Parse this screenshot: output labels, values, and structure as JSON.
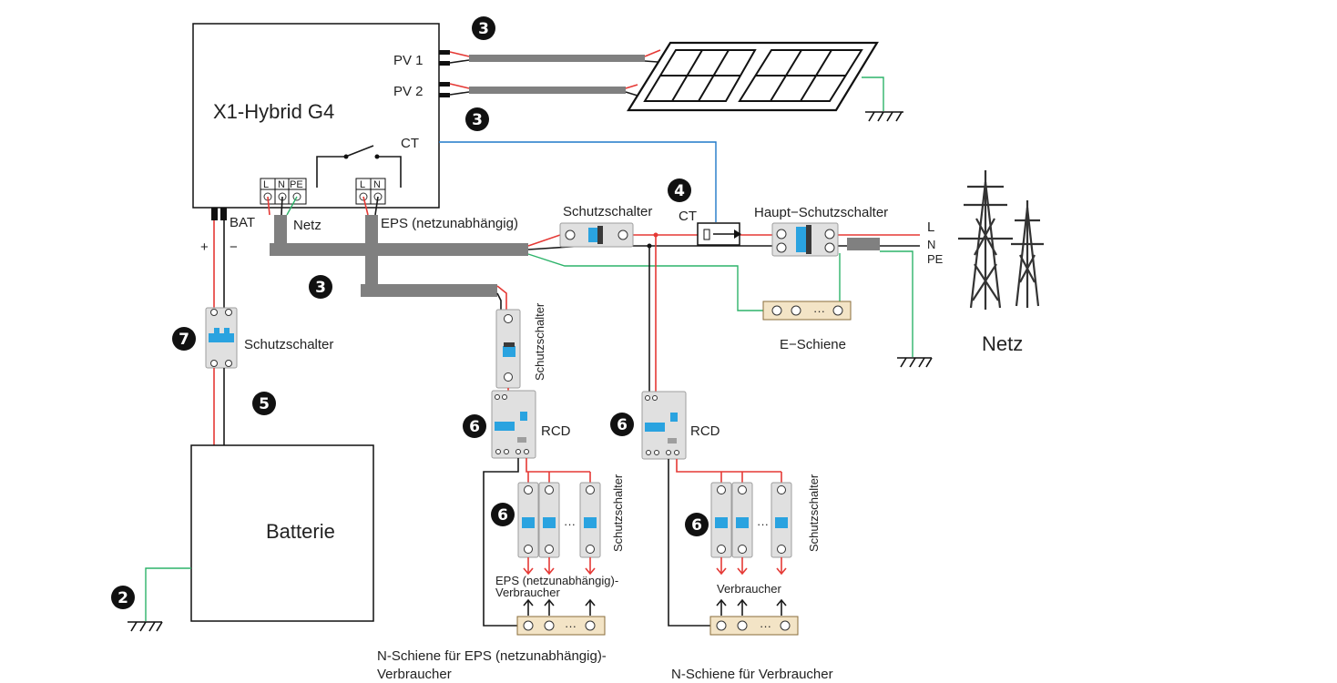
{
  "inverter": {
    "name": "X1-Hybrid G4",
    "pv1": "PV 1",
    "pv2": "PV 2",
    "ct": "CT",
    "bat": "BAT",
    "plus": "+",
    "minus": "−",
    "grid_port": "Netz",
    "eps_port": "EPS (netzunabhängig)",
    "term_L": "L",
    "term_N": "N",
    "term_PE": "PE"
  },
  "labels": {
    "breaker": "Schutzschalter",
    "main_breaker": "Haupt−Schutzschalter",
    "ct": "CT",
    "e_bus": "E−Schiene",
    "grid": "Netz",
    "battery": "Batterie",
    "rcd": "RCD",
    "eps_loads": "EPS (netzunabhängig)-\nVerbraucher",
    "eps_loads_line1": "EPS (netzunabhängig)-",
    "eps_loads_line2": "Verbraucher",
    "loads": "Verbraucher",
    "n_bus_eps_line1": "N-Schiene für EPS (netzunabhängig)-",
    "n_bus_eps_line2": "Verbraucher",
    "n_bus_loads": "N-Schiene für Verbraucher",
    "grid_L": "L",
    "grid_N": "N",
    "grid_PE": "PE",
    "dots": "···"
  },
  "markers": [
    "2",
    "3",
    "4",
    "5",
    "6",
    "7"
  ],
  "colors": {
    "cable": "#808080",
    "wire_live": "#e53935",
    "wire_neutral": "#1a1a1a",
    "wire_earth": "#2db36a",
    "wire_ct": "#1f78c8",
    "breaker_toggle": "#2aa3e0",
    "bus_bar": "#f3e4c6"
  },
  "icons": [
    "solar-panel-icon",
    "earth-ground-icon",
    "power-tower-icon",
    "breaker-icon",
    "rcd-icon",
    "ct-clamp-icon",
    "switch-icon"
  ]
}
